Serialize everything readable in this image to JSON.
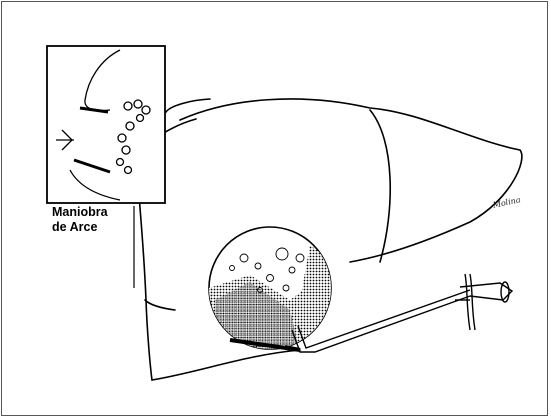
{
  "inset": {
    "caption_line1": "Maniobra",
    "caption_line2": "de Arce"
  },
  "signature": "Molina",
  "colors": {
    "ink": "#000000",
    "paper": "#ffffff",
    "border": "#555555"
  }
}
